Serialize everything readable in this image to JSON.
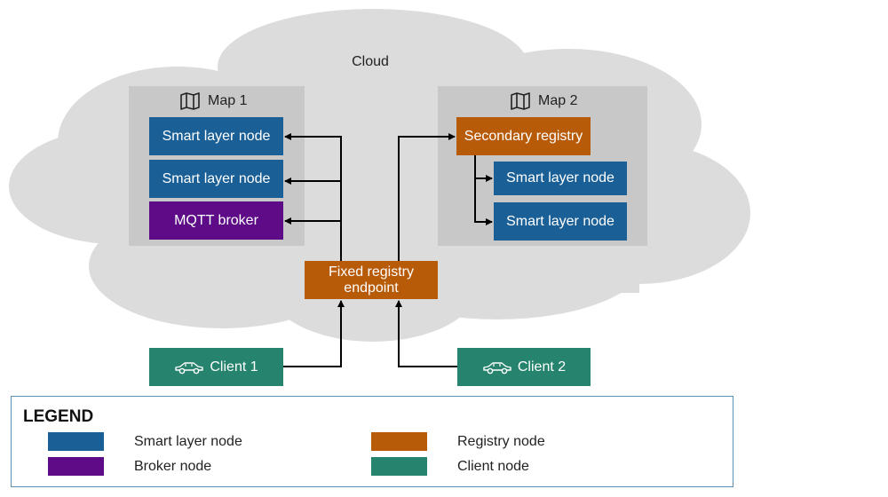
{
  "cloud": {
    "label": "Cloud"
  },
  "map1": {
    "title": "Map 1",
    "nodes": [
      "Smart layer node",
      "Smart layer node",
      "MQTT broker"
    ]
  },
  "map2": {
    "title": "Map 2",
    "secondary_registry": "Secondary registry",
    "nodes": [
      "Smart layer node",
      "Smart layer node"
    ]
  },
  "fixed_registry": {
    "line1": "Fixed registry",
    "line2": "endpoint"
  },
  "clients": [
    {
      "label": "Client 1",
      "icon": "car-icon"
    },
    {
      "label": "Client 2",
      "icon": "car-icon"
    }
  ],
  "legend": {
    "title": "LEGEND",
    "items": [
      {
        "label": "Smart layer node",
        "color": "#1a5f95"
      },
      {
        "label": "Broker node",
        "color": "#5d0b86"
      },
      {
        "label": "Registry node",
        "color": "#b85b09"
      },
      {
        "label": "Client node",
        "color": "#26836d"
      }
    ]
  },
  "colors": {
    "cloud": "#dcdcdc",
    "map_box": "#c8c8c8",
    "smart_layer": "#1a5f95",
    "broker": "#5d0b86",
    "registry": "#b85b09",
    "client": "#26836d",
    "legend_border": "#5b8fb0"
  }
}
